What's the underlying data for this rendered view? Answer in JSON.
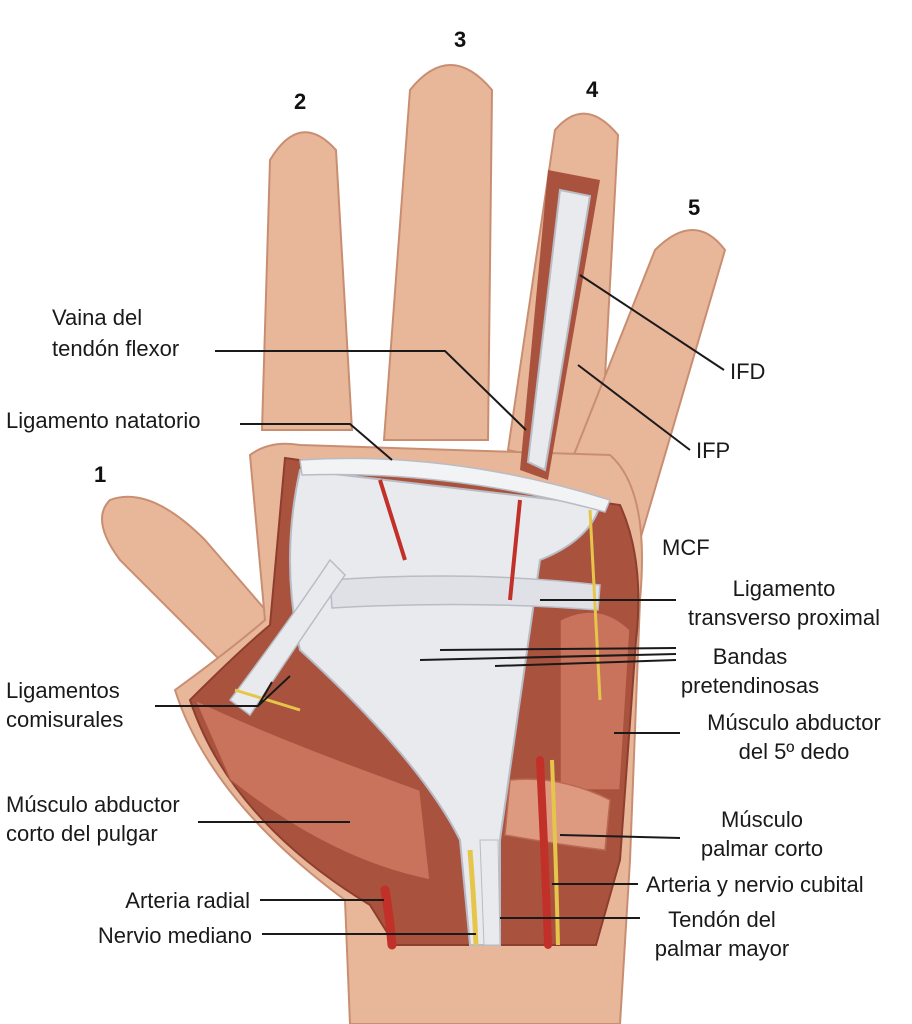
{
  "colors": {
    "skin": "#e8b79a",
    "skin_shade": "#d49a7b",
    "cavity": "#a9533f",
    "muscle": "#c9735c",
    "muscle_light": "#dd9a80",
    "ligament": "#e9eaee",
    "ligament_shade": "#b9bcc4",
    "artery": "#c2302a",
    "nerve": "#e6c64a",
    "leader": "#1a1a1a"
  },
  "finger_numbers": {
    "n1": "1",
    "n2": "2",
    "n3": "3",
    "n4": "4",
    "n5": "5"
  },
  "labels": {
    "vaina_1": "Vaina del",
    "vaina_2": "tendón flexor",
    "natatorio": "Ligamento natatorio",
    "ifd": "IFD",
    "ifp": "IFP",
    "mcf": "MCF",
    "transverso_1": "Ligamento",
    "transverso_2": "transverso proximal",
    "bandas_1": "Bandas",
    "bandas_2": "pretendinosas",
    "comisurales_1": "Ligamentos",
    "comisurales_2": "comisurales",
    "abd5_1": "Músculo abductor",
    "abd5_2": "del 5º dedo",
    "abdpulgar_1": "Músculo abductor",
    "abdpulgar_2": "corto del pulgar",
    "palmarcorto_1": "Músculo",
    "palmarcorto_2": "palmar corto",
    "radial": "Arteria radial",
    "cubital": "Arteria y nervio cubital",
    "mediano": "Nervio mediano",
    "palmarmayor_1": "Tendón del",
    "palmarmayor_2": "palmar mayor"
  }
}
